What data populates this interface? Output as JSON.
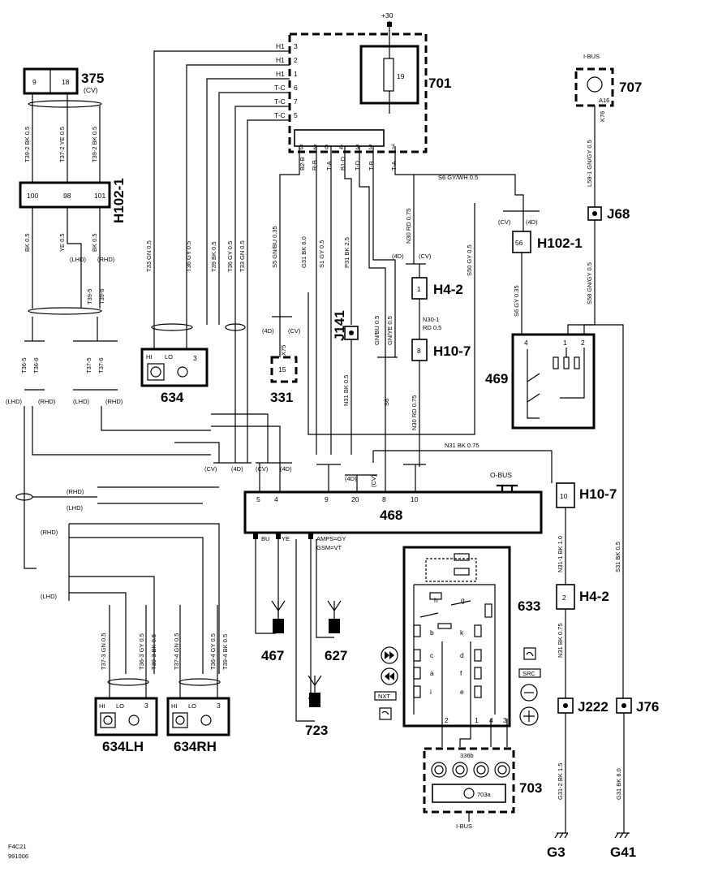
{
  "labels": {
    "plus30": "+30",
    "c701": "701",
    "fuse19": "19",
    "c375": "375",
    "cv375": "(CV)",
    "pin9": "9",
    "pin18": "18",
    "h102_1_left": "H102-1",
    "p100": "100",
    "p98": "98",
    "p101": "101",
    "w_t39_2bk": "T39-2 BK 0.5",
    "w_t37_2ye": "T37-2 YE 0.5",
    "w_t39_2bk_b": "T39-2 BK 0.5",
    "bk05": "BK 0.5",
    "ye05": "YE 0.5",
    "bk05b": "BK 0.5",
    "lhd": "(LHD)",
    "rhd": "(RHD)",
    "t39_5": "T39-5",
    "t39_6": "T39-6",
    "t36_5": "T36-5",
    "t36_6": "T36-6",
    "t37_5": "T37-5",
    "t37_6": "T37-6",
    "h1_3": "H1",
    "h1_2": "H1",
    "h1_1": "H1",
    "tc6": "T-C",
    "tc7": "T-C",
    "tc5": "T-C",
    "n3": "3",
    "n2": "2",
    "n1": "1",
    "n6": "6",
    "n7": "7",
    "n5": "5",
    "w_t33gn": "T33 GN 0.5",
    "w_t36gy": "T36 GY 0.5",
    "w_t39bk": "T39 BK 0.5",
    "w_t36gy2": "T36 GY 0.5",
    "w_t33gn2": "T33 GN 0.5",
    "w_s5": "S5 GN/BU 0.35",
    "w_g31": "G31 BK 6.0",
    "w_s1": "S1 GY 0.5",
    "w_p31": "P31 BK 2.5",
    "w_gnbu": "GN/BU 0.5",
    "w_gnye": "GN/YE 0.5",
    "w_n30": "N30 RD 0.75",
    "w_s50": "S50 GY 0.5",
    "w_s6wh": "S6 GY/WH 0.5",
    "w_s6gy": "S6 GY 0.35",
    "w_l58": "L58-1 GN/GY 0.5",
    "w_s58": "S58 GN/GY 0.5",
    "w_k76": "K76",
    "w_n31bk": "N31 BK 0.5",
    "w_s6": "S6",
    "w_n30b": "N30 RD 0.75",
    "pin_3a": "3",
    "pin_2": "2",
    "pin_6": "6",
    "pin_4": "4",
    "pin_3b": "3",
    "pin_3c": "3",
    "pin_7": "7",
    "b2b": "B2-B",
    "rb": "R-B",
    "ta": "T-A",
    "b1d": "B1-D",
    "td": "T-D",
    "tb": "T-B",
    "ta2": "T-A",
    "c707": "707",
    "ibus_top": "I-BUS",
    "a16": "A16",
    "j68": "J68",
    "cv_a": "(CV)",
    "d4_a": "(4D)",
    "p56": "56",
    "h102_1_right": "H102-1",
    "d4_b": "(4D)",
    "cv_b": "(CV)",
    "h4_2": "H4-2",
    "p1": "1",
    "n30_1": "N30-1",
    "rd05": "RD 0.5",
    "h10_7": "H10-7",
    "p8": "8",
    "j141": "J141",
    "c634": "634",
    "hi": "HI",
    "lo": "LO",
    "p3": "3",
    "d4_c": "(4D)",
    "cv_c": "(CV)",
    "x75": "X75",
    "p15": "15",
    "c331": "331",
    "c469": "469",
    "p469_4": "4",
    "p469_1": "1",
    "p469_2": "2",
    "w_n31_075": "N31 BK 0.75",
    "cv1": "(CV)",
    "d41": "(4D)",
    "cv2": "(CV)",
    "d42": "(4D)",
    "d43": "(4D)",
    "cv3": "(CV)",
    "c468": "468",
    "p468_5": "5",
    "p468_4": "4",
    "p468_9": "9",
    "p468_20": "20",
    "p468_8": "8",
    "p468_10": "10",
    "obus": "O-BUS",
    "bu": "BU",
    "ye": "YE",
    "amps": "AMPS=GY",
    "gsm": "GSM=VT",
    "h10_7b": "H10-7",
    "p10": "10",
    "h4_2b": "H4-2",
    "p2": "2",
    "w_n31_1": "N31-1 BK 1.0",
    "w_n31_075b": "N31 BK 0.75",
    "w_s31": "S31 BK 0.5",
    "c633": "633",
    "sw_h": "h",
    "sw_g": "g",
    "sw_b": "b",
    "sw_k": "k",
    "sw_c": "c",
    "sw_d": "d",
    "sw_a": "a",
    "sw_f": "f",
    "sw_i": "i",
    "sw_e": "e",
    "p633_2": "2",
    "p633_1": "1",
    "p633_4": "4",
    "p633_3": "3",
    "nxt": "NXT",
    "src": "SRC",
    "c467": "467",
    "c627": "627",
    "c723": "723",
    "rhd_a": "(RHD)",
    "lhd_a": "(LHD)",
    "rhd_b": "(RHD)",
    "lhd_b": "(LHD)",
    "w_t37_3": "T37-3 GN 0.5",
    "w_t36_3": "T36-3 GY 0.5",
    "w_t39_3": "T39-3 BK 0.5",
    "w_t37_4": "T37-4 GN 0.5",
    "w_t36_4": "T36-4 GY 0.5",
    "w_t39_4": "T39-4 BK 0.5",
    "c634lh": "634LH",
    "c634rh": "634RH",
    "c336b": "336b",
    "c703a": "703a",
    "c703": "703",
    "ibus_bot": "I-BUS",
    "j222": "J222",
    "j76": "J76",
    "w_g31_2": "G31-2 BK 1.5",
    "g3": "G3",
    "g41": "G41",
    "foot1": "F4C21",
    "foot2": "991006"
  }
}
